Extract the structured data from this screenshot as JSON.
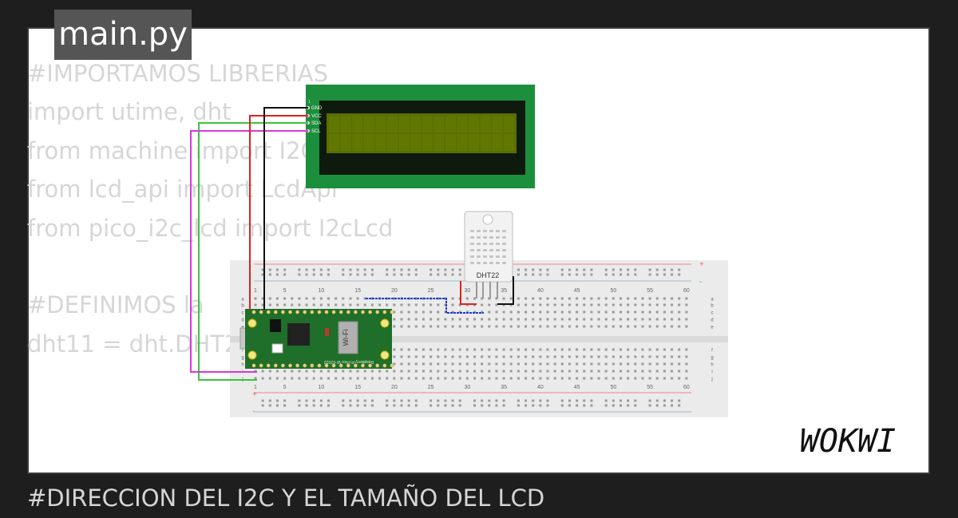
{
  "file": {
    "name": "main.py"
  },
  "code_lines": [
    "#IMPORTAMOS LIBRERIAS",
    "import utime, dht",
    "from machine import I2C, Pin",
    "from lcd_api import LcdApi",
    "from pico_i2c_lcd import I2cLcd",
    "",
    "#DEFINIMOS la",
    "dht11 = dht.DHT22(",
    "",
    "",
    "",
    "#DIRECCION DEL I2C Y EL TAMAÑO DEL LCD"
  ],
  "lcd": {
    "pins": [
      "GND",
      "VCC",
      "SDA",
      "SCL"
    ]
  },
  "sensor": {
    "label": "DHT22"
  },
  "pico": {
    "wifi_label": "Wi-Fi",
    "board_label": "Raspberry Pi Pico W ©2022"
  },
  "breadboard": {
    "column_numbers": [
      "1",
      "5",
      "10",
      "15",
      "20",
      "25",
      "30",
      "35",
      "40",
      "45",
      "50",
      "55",
      "60"
    ],
    "rows_top": [
      "a",
      "b",
      "c",
      "d",
      "e"
    ],
    "rows_bottom": [
      "f",
      "g",
      "h",
      "i",
      "j"
    ],
    "plus": "+",
    "minus": "-"
  },
  "brand": {
    "text": "WOKWI"
  },
  "colors": {
    "wire_green": "#3cc43c",
    "wire_magenta": "#d63ad6",
    "wire_red": "#e02020",
    "wire_black": "#111111",
    "wire_blue": "#1a3acc",
    "lcd_board": "#1c8f3c",
    "lcd_screen": "#5a6e00",
    "pico_board": "#1f6f2a"
  }
}
